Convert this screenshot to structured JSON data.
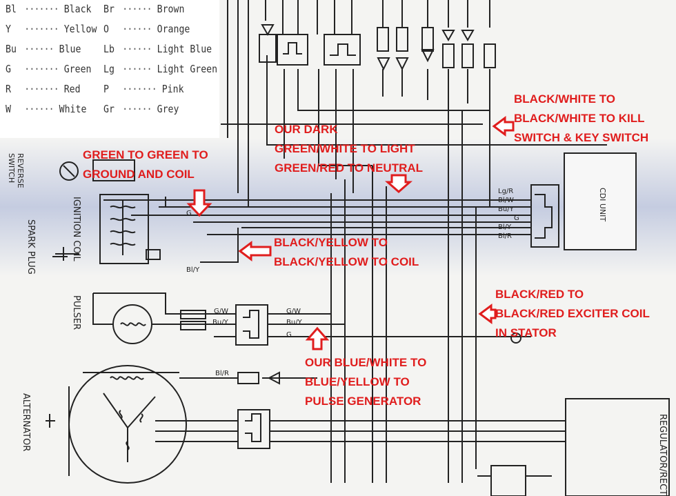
{
  "legend": [
    {
      "code": "Bl",
      "dots": "·······",
      "name": "Black"
    },
    {
      "code": "Br",
      "dots": "······",
      "name": "Brown"
    },
    {
      "code": "Y",
      "dots": "·······",
      "name": "Yellow"
    },
    {
      "code": "O",
      "dots": "······",
      "name": "Orange"
    },
    {
      "code": "Bu",
      "dots": "······",
      "name": "Blue"
    },
    {
      "code": "Lb",
      "dots": "······",
      "name": "Light Blue"
    },
    {
      "code": "G",
      "dots": "·······",
      "name": "Green"
    },
    {
      "code": "Lg",
      "dots": "······",
      "name": "Light Green"
    },
    {
      "code": "R",
      "dots": "·······",
      "name": "Red"
    },
    {
      "code": "P",
      "dots": "·······",
      "name": "Pink"
    },
    {
      "code": "W",
      "dots": "······",
      "name": "White"
    },
    {
      "code": "Gr",
      "dots": "······",
      "name": "Grey"
    }
  ],
  "components": {
    "reverse_switch": "REVERSE SWITCH",
    "ignition_coil": "IGNITION COIL",
    "spark_plug": "SPARK PLUG",
    "pulser": "PULSER",
    "alternator": "ALTERNATOR",
    "cdi_unit": "CDI UNIT",
    "regulator": "REGULATOR/RECT"
  },
  "cdi_wires": [
    "Lg/R",
    "Bl/W",
    "Bu/Y",
    "G",
    "Bl/Y",
    "Bl/R"
  ],
  "pulser_wires": [
    "G/W",
    "Bu/Y",
    "G"
  ],
  "misc_wire_labels": {
    "coil_g": "G",
    "coil_bly": "Bl/Y",
    "alt_blr": "Bl/R",
    "pulser_gw": "G/W",
    "pulser_buy": "Bu/Y"
  },
  "annotations": {
    "green_ground": [
      "GREEN TO GREEN TO",
      "GROUND AND COIL"
    ],
    "neutral": [
      "OUR DARK",
      "GREEN/WHITE TO LIGHT",
      "GREEN/RED TO NEUTRAL"
    ],
    "kill_switch": [
      "BLACK/WHITE TO",
      "BLACK/WHITE TO KILL",
      "SWITCH & KEY SWITCH"
    ],
    "coil_yellow": [
      "BLACK/YELLOW TO",
      "BLACK/YELLOW TO COIL"
    ],
    "exciter": [
      "BLACK/RED TO",
      "BLACK/RED EXCITER COIL",
      "IN STATOR"
    ],
    "pulse_gen": [
      "OUR BLUE/WHITE TO",
      "BLUE/YELLOW TO",
      "PULSE GENERATOR"
    ]
  },
  "colors": {
    "annotation": "#e01d1d",
    "wire": "#222222"
  }
}
